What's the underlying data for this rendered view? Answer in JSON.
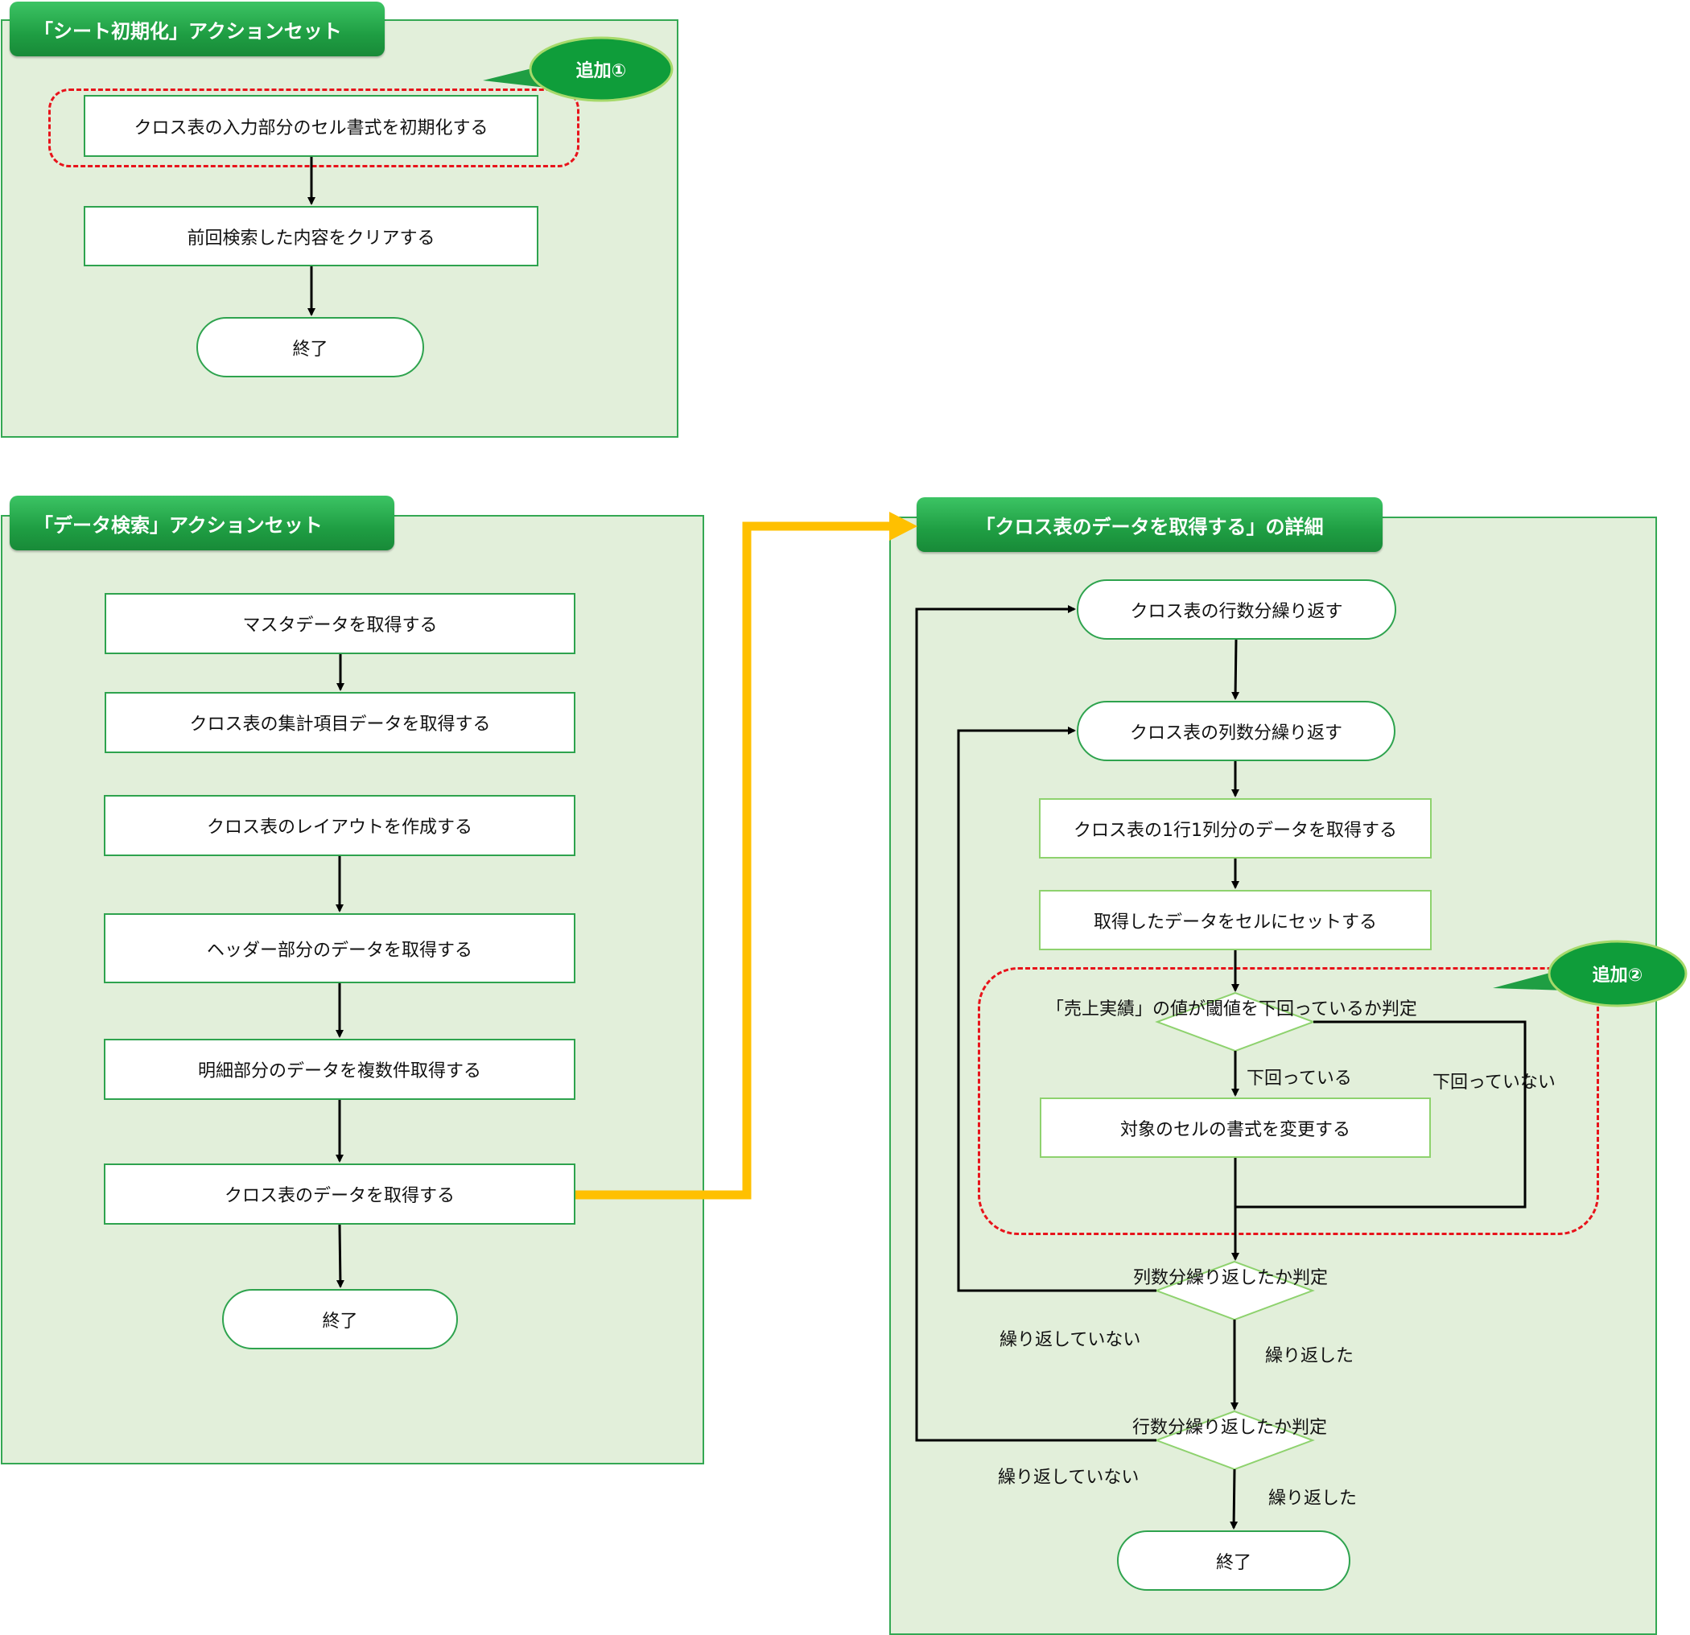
{
  "panel1": {
    "title": "「シート初期化」アクションセット",
    "callout": "追加①",
    "steps": [
      "クロス表の入力部分のセル書式を初期化する",
      "前回検索した内容をクリアする"
    ],
    "end": "終了"
  },
  "panel2": {
    "title": "「データ検索」アクションセット",
    "steps": [
      "マスタデータを取得する",
      "クロス表の集計項目データを取得する",
      "クロス表のレイアウトを作成する",
      "ヘッダー部分のデータを取得する",
      "明細部分のデータを複数件取得する",
      "クロス表のデータを取得する"
    ],
    "end": "終了"
  },
  "panel3": {
    "title": "「クロス表のデータを取得する」の詳細",
    "callout": "追加②",
    "loop_rows": "クロス表の行数分繰り返す",
    "loop_cols": "クロス表の列数分繰り返す",
    "get_data": "クロス表の1行1列分のデータを取得する",
    "set_cell": "取得したデータをセルにセットする",
    "decision_sales": "「売上実績」の値が閾値を下回っているか判定",
    "below": "下回っている",
    "not_below": "下回っていない",
    "change_format": "対象のセルの書式を変更する",
    "decision_cols": "列数分繰り返したか判定",
    "decision_rows": "行数分繰り返したか判定",
    "not_repeated": "繰り返していない",
    "repeated": "繰り返した",
    "end": "終了"
  },
  "colors": {
    "panel_fill": "#e2efda",
    "panel_border": "#34a853",
    "header_green": "#1f9e43",
    "dashed_red": "#e8131b",
    "connector_yellow": "#ffc000"
  }
}
